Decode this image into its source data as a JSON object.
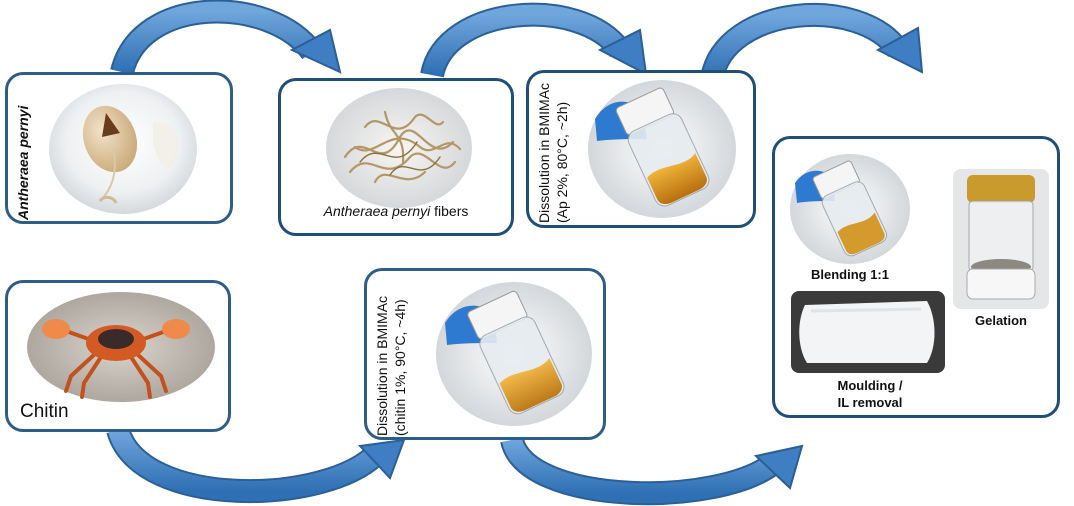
{
  "steps": {
    "cocoon": {
      "label": "Antheraea pernyi"
    },
    "fibers": {
      "label_italic": "Antheraea pernyi",
      "label_rest": " fibers"
    },
    "ap_dissolution": {
      "line1": "Dissolution in BMIMAc",
      "line2": "(Ap 2%, 80°C, ~2h)"
    },
    "chitin": {
      "label": "Chitin"
    },
    "chitin_dissolution": {
      "line1": "Dissolution in BMIMAc",
      "line2": "(chitin 1%, 90°C, ~4h)"
    },
    "final": {
      "blending": "Blending 1:1",
      "gelation": "Gelation",
      "moulding_line1": "Moulding /",
      "moulding_line2": "IL removal"
    }
  },
  "colors": {
    "arrow": "#4a86c8",
    "border": "#2f5d8a"
  },
  "icons": [
    "cocoon-photo",
    "silk-fibers-photo",
    "vial-yellow-solution-photo",
    "crab-photo",
    "gel-cylinder-photo"
  ]
}
